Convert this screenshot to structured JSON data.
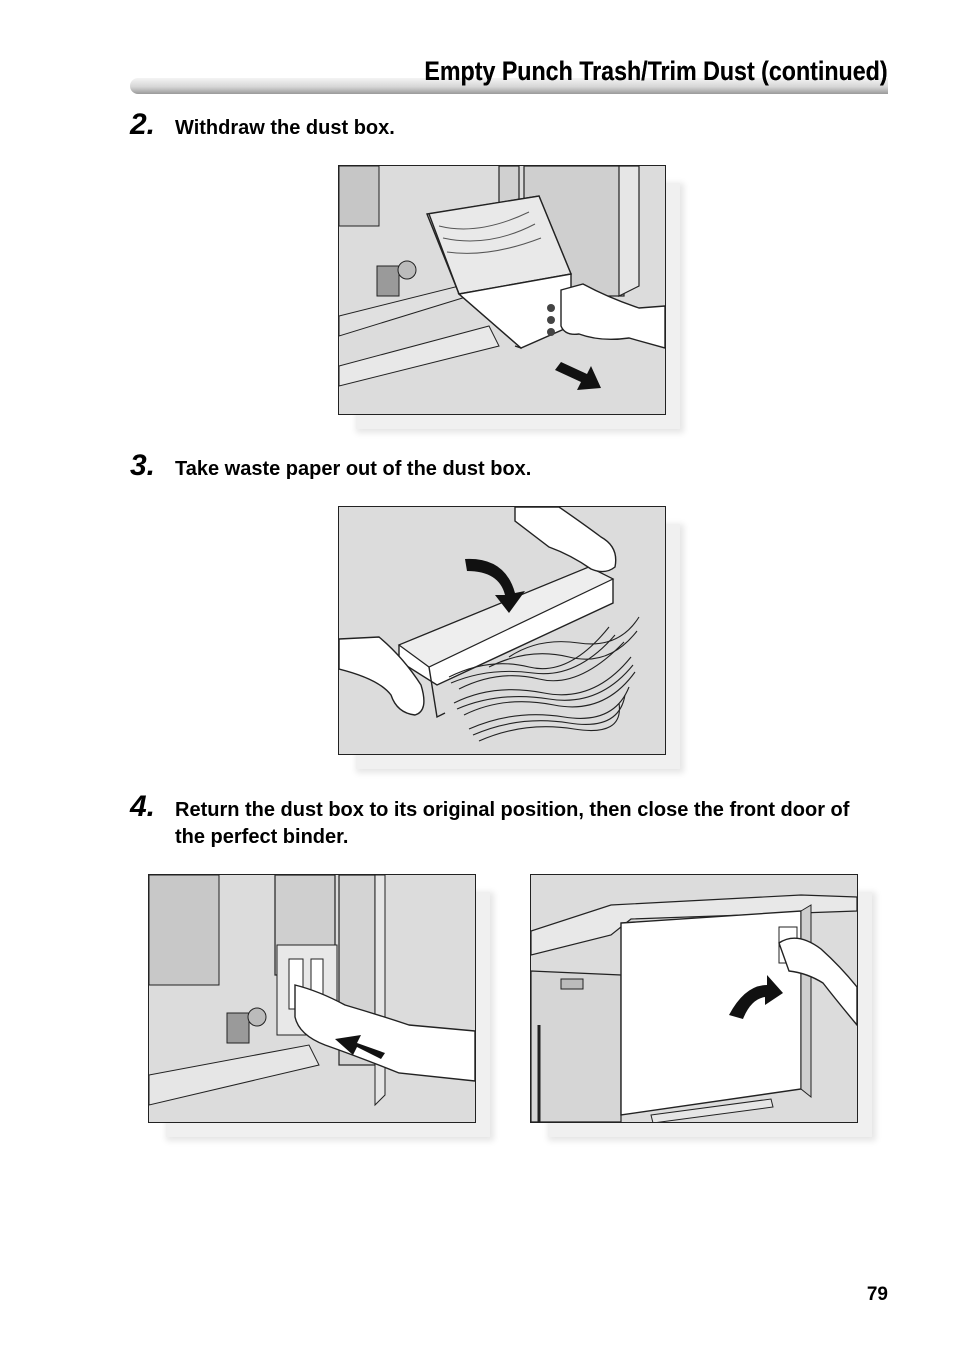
{
  "header": {
    "title": "Empty Punch Trash/Trim Dust (continued)"
  },
  "steps": [
    {
      "number": "2.",
      "text": "Withdraw the dust box."
    },
    {
      "number": "3.",
      "text": "Take waste paper out of the dust box."
    },
    {
      "number": "4.",
      "text": "Return the dust box to its original position, then close the front door of the perfect binder."
    }
  ],
  "page_number": "79"
}
